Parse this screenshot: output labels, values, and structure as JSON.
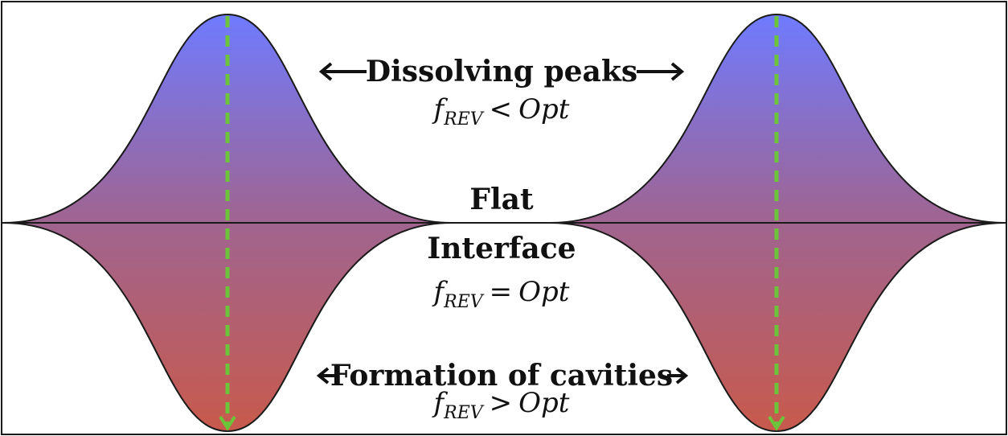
{
  "labels": {
    "dissolving_peaks": "Dissolving peaks",
    "flat": "Flat",
    "interface": "Interface",
    "formation_of_cavities": "Formation of cavities"
  },
  "equations": {
    "top": {
      "var": "f",
      "sub": "REV",
      "op": "<",
      "rhs": "Opt"
    },
    "middle": {
      "var": "f",
      "sub": "REV",
      "op": "=",
      "rhs": "Opt"
    },
    "bottom": {
      "var": "f",
      "sub": "REV",
      "op": ">",
      "rhs": "Opt"
    }
  },
  "colors": {
    "gradient_top": "#6f7bff",
    "gradient_mid": "#a0648f",
    "gradient_bottom": "#c85a4c",
    "dashed_axis": "#6cc43a",
    "outline": "#1a1a1a",
    "text": "#111111"
  }
}
